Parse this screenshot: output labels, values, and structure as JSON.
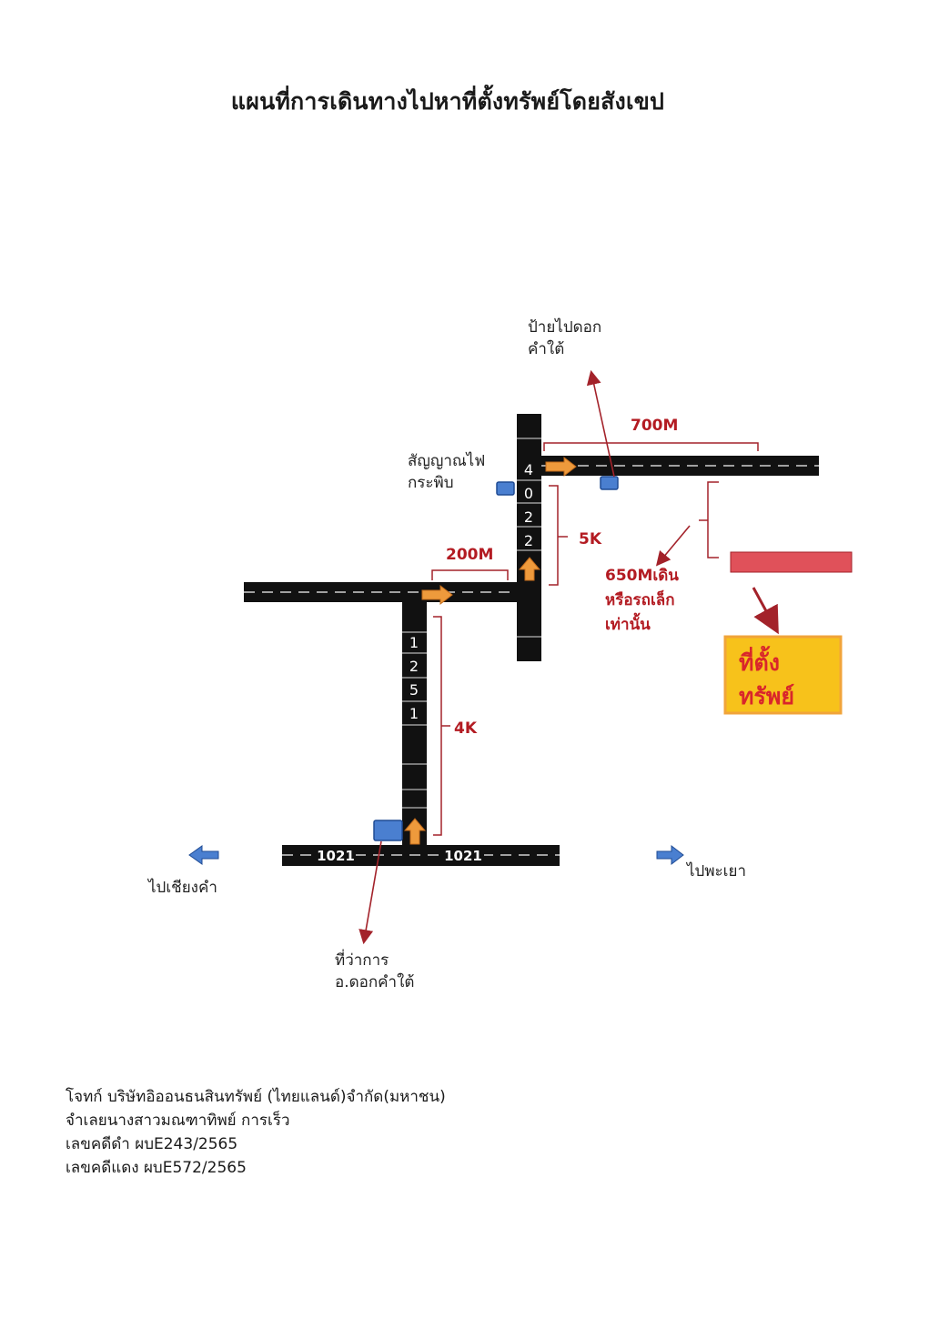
{
  "title": "แผนที่การเดินทางไปหาที่ตั้งทรัพย์โดยสังเขป",
  "map": {
    "road_1021_label_left": "1021",
    "road_1021_label_right": "1021",
    "road_1251_digits": [
      "1",
      "2",
      "5",
      "1"
    ],
    "road_4022_digits": [
      "4",
      "0",
      "2",
      "2"
    ],
    "distance_4k": "4K",
    "distance_200m": "200M",
    "distance_5k": "5K",
    "distance_700m": "700M",
    "note_650m": [
      "650Mเดิน",
      "หรือรถเล็ก",
      "เท่านั้น"
    ],
    "sign_dok_kham_tai": [
      "ป้ายไปดอก",
      "คำใต้"
    ],
    "traffic_light": [
      "สัญญาณไฟ",
      "กระพิบ"
    ],
    "district_office": [
      "ที่ว่าการ",
      "อ.ดอกคำใต้"
    ],
    "to_chiang_kham": "ไปเชียงคำ",
    "to_phayao": "ไปพะเยา",
    "property_label": [
      "ที่ตั้ง",
      "ทรัพย์"
    ]
  },
  "footer": {
    "plaintiff": "โจทก์ บริษัทอิออนธนสินทรัพย์ (ไทยแลนด์)จำกัด(มหาชน)",
    "defendant": "จำเลยนางสาวมณฑาทิพย์ การเร็ว",
    "black_case": "เลขคดีดำ ผบE243/2565",
    "red_case": "เลขคดีแดง ผบE572/2565"
  },
  "colors": {
    "road": "#111111",
    "arrow_orange": "#ee9a3c",
    "marker_blue": "#4a7fd0",
    "pointer_red": "#a3222a",
    "label_red": "#b31b22",
    "property_bar": "#e0515a",
    "property_box": "#f7c21b"
  }
}
